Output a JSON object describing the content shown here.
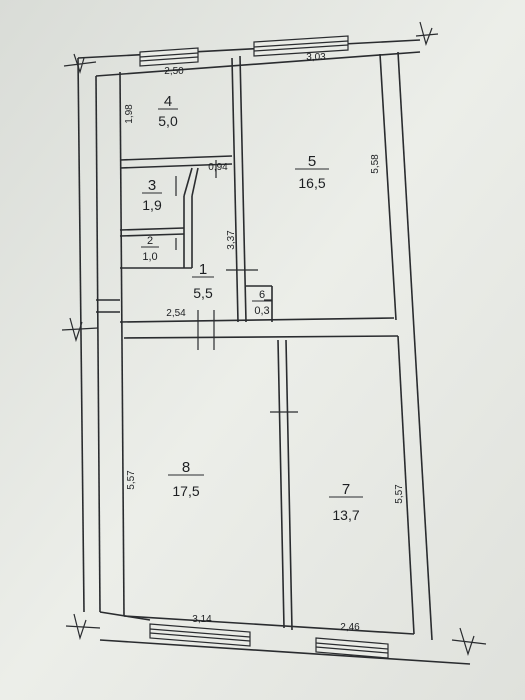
{
  "rooms": [
    {
      "id": "4",
      "number": "4",
      "area": "5,0"
    },
    {
      "id": "5",
      "number": "5",
      "area": "16,5"
    },
    {
      "id": "3",
      "number": "3",
      "area": "1,9"
    },
    {
      "id": "2",
      "number": "2",
      "area": "1,0"
    },
    {
      "id": "1",
      "number": "1",
      "area": "5,5"
    },
    {
      "id": "6",
      "number": "6",
      "area": "0,3"
    },
    {
      "id": "8",
      "number": "8",
      "area": "17,5"
    },
    {
      "id": "7",
      "number": "7",
      "area": "13,7"
    }
  ],
  "dimensions": {
    "d_250": "2,50",
    "d_303": "3,03",
    "d_198": "1,98",
    "d_558": "5,58",
    "d_094": "0,94",
    "d_337": "3,37",
    "d_254": "2,54",
    "d_557_left": "5,57",
    "d_557_right": "5,57",
    "d_314": "3,14",
    "d_246": "2,46"
  },
  "colors": {
    "paper": "#e9ebe6",
    "ink": "#2a2c2f",
    "shadow": "#8e9190"
  }
}
